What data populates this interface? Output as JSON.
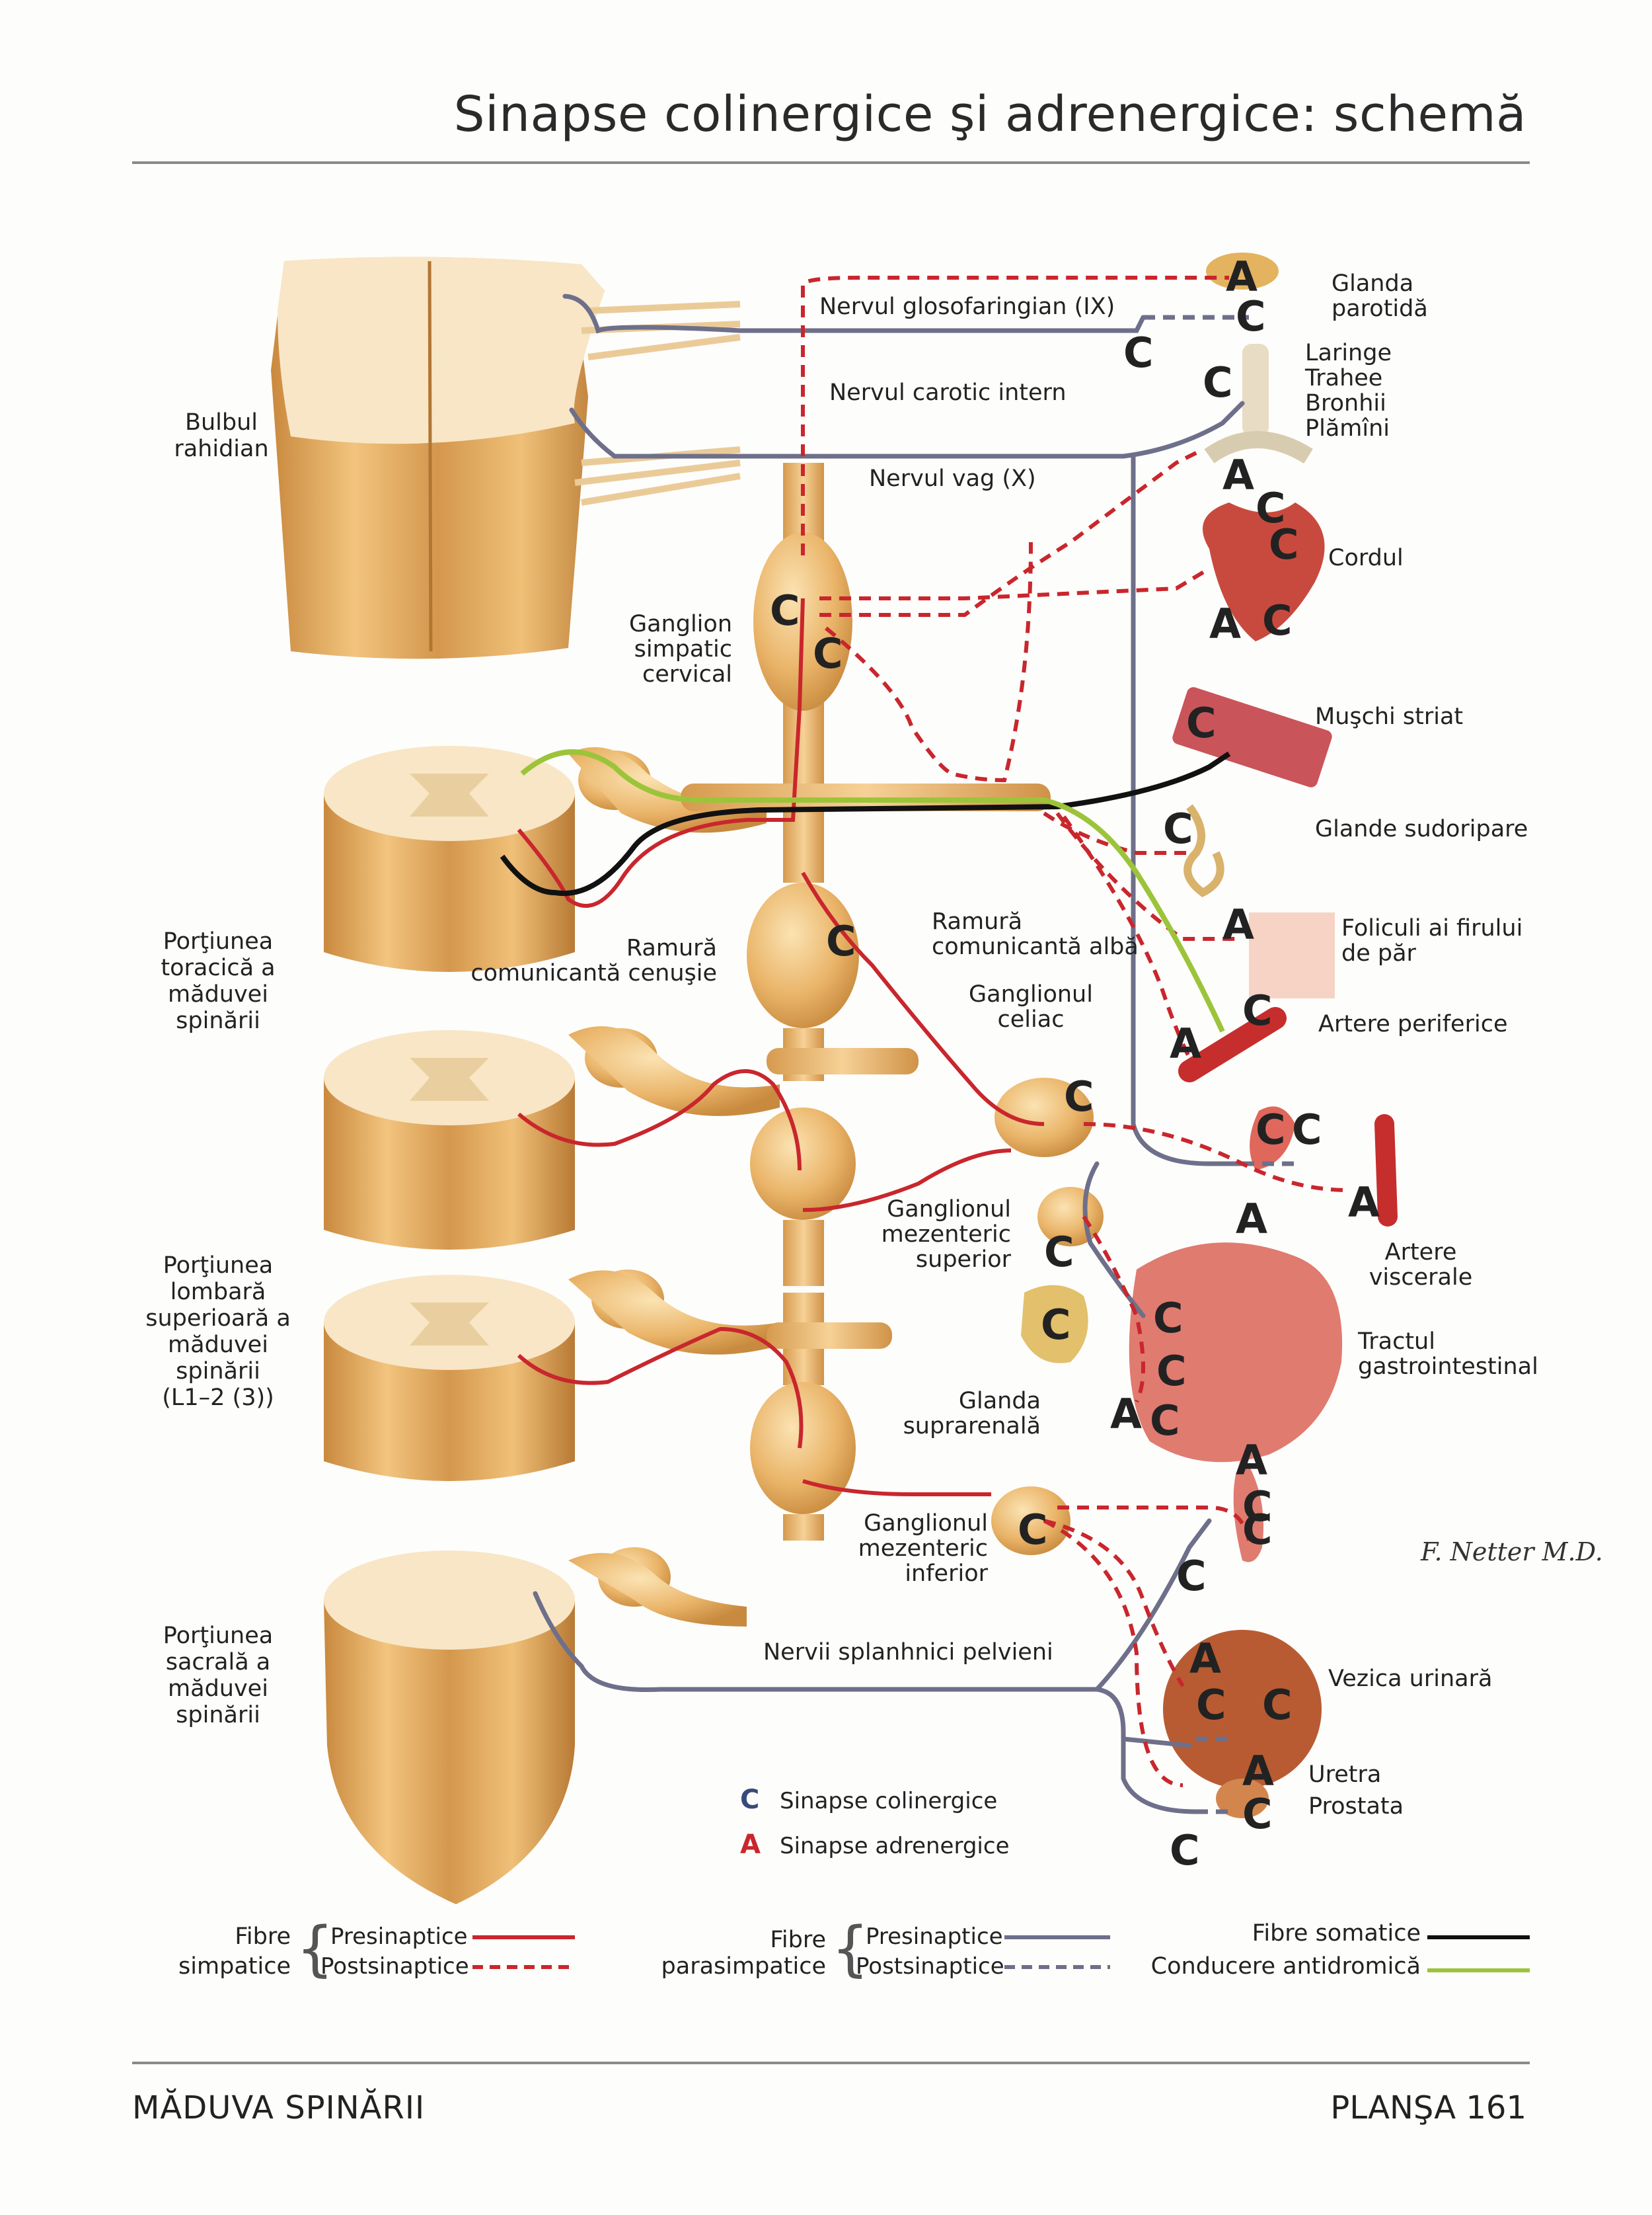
{
  "header": {
    "title": "Sinapse colinergice şi adrenergice: schemă"
  },
  "footer": {
    "section": "MĂDUVA SPINĂRII",
    "plate": "PLANŞA 161"
  },
  "colors": {
    "sympathetic": "#c9262d",
    "parasympathetic": "#6e6f8a",
    "somatic": "#111111",
    "antidromic": "#9cc43a",
    "tissue": "#e9b46a"
  },
  "cns_labels": {
    "medulla": [
      "Bulbul",
      "rahidian"
    ],
    "thoracic": [
      "Porţiunea",
      "toracică a",
      "măduvei",
      "spinării"
    ],
    "lumbar": [
      "Porţiunea",
      "lombară",
      "superioară a",
      "măduvei",
      "spinării",
      "(L1–2 (3))"
    ],
    "sacral": [
      "Porţiunea",
      "sacrală a",
      "măduvei",
      "spinării"
    ]
  },
  "nerves": {
    "glossopharyngeal": "Nervul glosofaringian (IX)",
    "internal_carotid": "Nervul carotic intern",
    "vagus": "Nervul vag (X)",
    "pelvic_splanchnic": "Nervii splanhnici pelvieni"
  },
  "ganglia": {
    "cervical": [
      "Ganglion",
      "simpatic",
      "cervical"
    ],
    "grey_ramus": [
      "Ramură",
      "comunicantă cenuşie"
    ],
    "white_ramus": [
      "Ramură",
      "comunicantă albă"
    ],
    "celiac": [
      "Ganglionul",
      "celiac"
    ],
    "sup_mesenteric": [
      "Ganglionul",
      "mezenteric",
      "superior"
    ],
    "adrenal": [
      "Glanda",
      "suprarenală"
    ],
    "inf_mesenteric": [
      "Ganglionul",
      "mezenteric",
      "inferior"
    ]
  },
  "organs": {
    "parotid": [
      "Glanda",
      "parotidă"
    ],
    "respiratory": [
      "Laringe",
      "Trahee",
      "Bronhii",
      "Plămîni"
    ],
    "heart": [
      "Cordul"
    ],
    "striated": [
      "Muşchi striat"
    ],
    "sweat": [
      "Glande sudoripare"
    ],
    "hair": [
      "Foliculi ai firului",
      "de păr"
    ],
    "peripheral_arteries": [
      "Artere periferice"
    ],
    "visceral_arteries": [
      "Artere",
      "viscerale"
    ],
    "gi": [
      "Tractul",
      "gastrointestinal"
    ],
    "bladder": [
      "Vezica urinară"
    ],
    "urethra": [
      "Uretra",
      "Prostata"
    ]
  },
  "synapse_legend": {
    "C_symbol": "C",
    "C_text": "Sinapse colinergice",
    "A_symbol": "A",
    "A_text": "Sinapse adrenergice"
  },
  "fiber_legend": {
    "sympathetic": {
      "label": [
        "Fibre",
        "simpatice"
      ],
      "pre": "Presinaptice",
      "post": "Postsinaptice"
    },
    "parasympathetic": {
      "label": [
        "Fibre",
        "parasimpatice"
      ],
      "pre": "Presinaptice",
      "post": "Postsinaptice"
    },
    "somatic": "Fibre somatice",
    "antidromic": "Conducere antidromică"
  },
  "synapse_marks": {
    "C": "C",
    "A": "A"
  },
  "signature": "F. Netter M.D."
}
